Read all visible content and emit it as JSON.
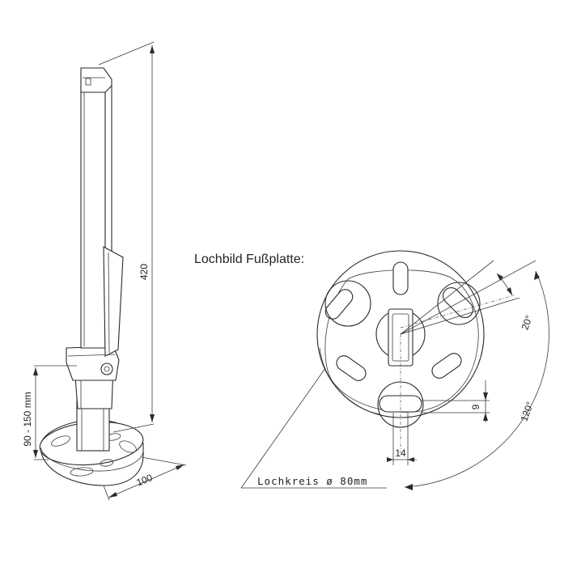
{
  "title": "Lochbild Fußplatte:",
  "dimensions": {
    "height_total": "420",
    "height_range": "90 - 150 mm",
    "base_width": "100",
    "hole_circle": "Lochkreis ø 80mm",
    "slot_width": "14",
    "slot_height": "9",
    "angle_small": "20°",
    "angle_large": "120°"
  }
}
